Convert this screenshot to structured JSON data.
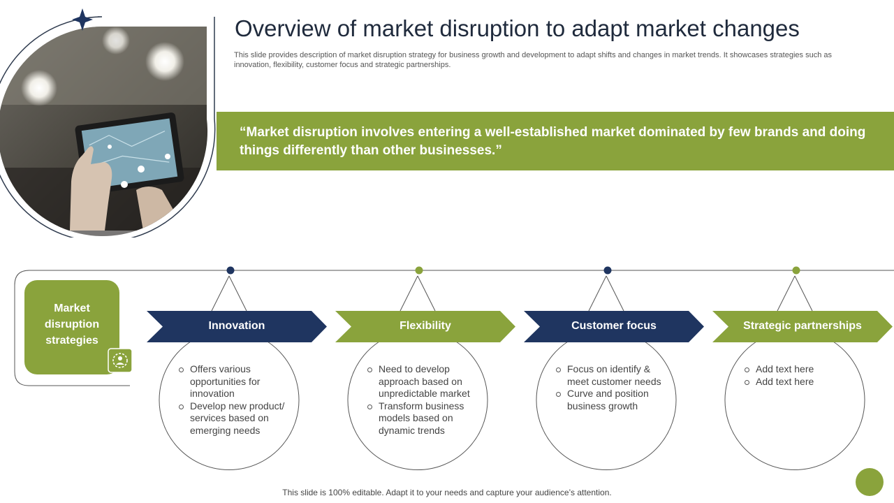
{
  "header": {
    "title": "Overview of market disruption to adapt market changes",
    "subtitle": "This slide provides description of market disruption strategy for business growth and development to adapt shifts and changes in market trends. It showcases strategies such as innovation, flexibility, customer focus and strategic partnerships."
  },
  "quote": {
    "text": "“Market disruption involves entering a well-established market dominated by few brands and doing things differently than other businesses.”"
  },
  "strategy_box": {
    "label": "Market disruption strategies",
    "icon": "gear-person-icon"
  },
  "strategies": [
    {
      "title": "Innovation",
      "color": "#1f3560",
      "bullets": [
        "Offers various opportunities for innovation",
        "Develop new product/ services based on emerging needs"
      ]
    },
    {
      "title": "Flexibility",
      "color": "#8aa33c",
      "bullets": [
        "Need to develop approach based on unpredictable market",
        "Transform business models based on dynamic trends"
      ]
    },
    {
      "title": "Customer focus",
      "color": "#1f3560",
      "bullets": [
        "Focus on identify & meet customer needs",
        "Curve and position business growth"
      ]
    },
    {
      "title": "Strategic partnerships",
      "color": "#8aa33c",
      "bullets": [
        "Add text here",
        "Add text here"
      ]
    }
  ],
  "footer": {
    "text": "This slide is 100% editable. Adapt it to your needs and capture your audience’s attention."
  },
  "colors": {
    "navy": "#1f3560",
    "green": "#8aa33c",
    "line": "#555555"
  }
}
